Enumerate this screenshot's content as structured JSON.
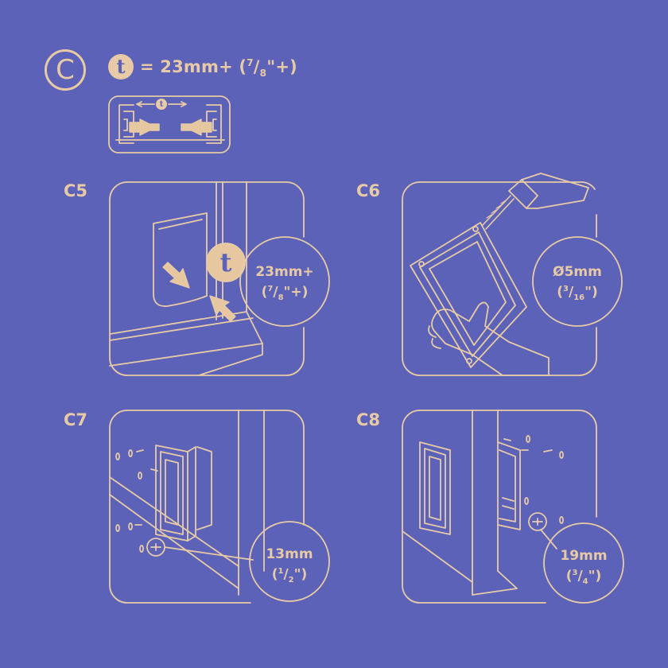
{
  "header": {
    "section_letter": "C",
    "thickness_symbol": "t",
    "formula_prefix": "= 23mm+ (",
    "formula_num": "7",
    "formula_slash": "/",
    "formula_den": "8",
    "formula_suffix": "\"+)",
    "legend_symbol": "t"
  },
  "steps": [
    {
      "label": "C5",
      "symbol": "t",
      "measure_main": "23mm+",
      "open": "(",
      "num": "7",
      "slash": "/",
      "den": "8",
      "close": "\"+)"
    },
    {
      "label": "C6",
      "measure_main": "Ø5mm",
      "open": "(",
      "num": "3",
      "slash": "/",
      "den": "16",
      "close": "\")"
    },
    {
      "label": "C7",
      "measure_main": "13mm",
      "open": "(",
      "num": "1",
      "slash": "/",
      "den": "2",
      "close": "\")"
    },
    {
      "label": "C8",
      "measure_main": "19mm",
      "open": "(",
      "num": "3",
      "slash": "/",
      "den": "4",
      "close": "\")"
    }
  ],
  "colors": {
    "background": "#5B62B8",
    "line": "#E8CBA6",
    "fill": "#E6C7A0"
  },
  "icons": [
    "drill-icon",
    "hand-icon",
    "screw-icon",
    "arrow-icon"
  ]
}
